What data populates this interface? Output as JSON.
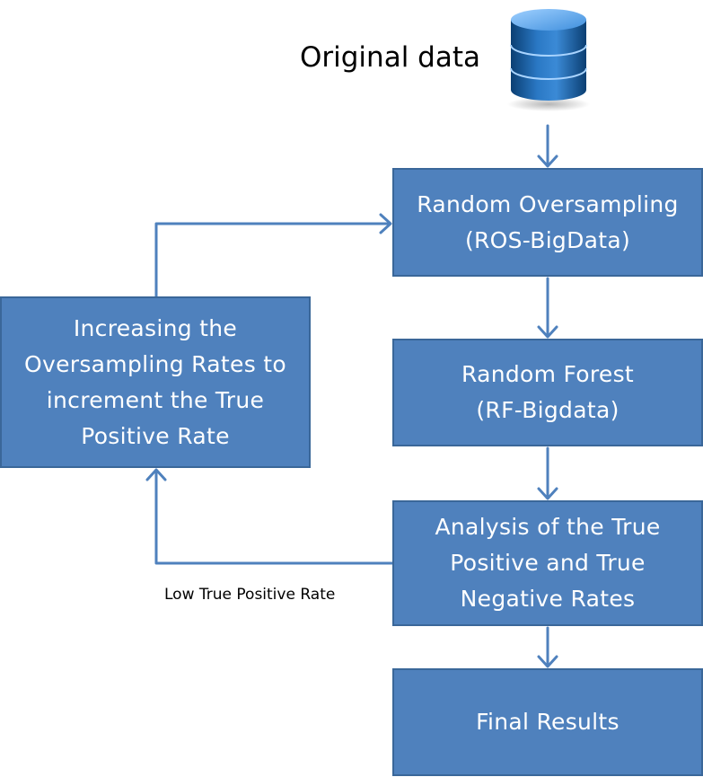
{
  "diagram": {
    "source": {
      "label": "Original data",
      "icon": "database-icon"
    },
    "nodes": {
      "ros": {
        "lines": [
          "Random Oversampling",
          "(ROS-BigData)"
        ]
      },
      "rf": {
        "lines": [
          "Random Forest",
          "(RF-Bigdata)"
        ]
      },
      "analysis": {
        "lines": [
          "Analysis of the True",
          "Positive and True",
          "Negative Rates"
        ]
      },
      "final": {
        "lines": [
          "Final Results"
        ]
      },
      "increase": {
        "lines": [
          "Increasing the",
          "Oversampling Rates to",
          "increment the True",
          "Positive Rate"
        ]
      }
    },
    "edges": {
      "feedback_label": "Low True Positive Rate"
    },
    "colors": {
      "box_fill": "#4f81bd",
      "box_border": "#3a6799",
      "arrow": "#4f81bd",
      "text_on_box": "#ffffff"
    }
  }
}
